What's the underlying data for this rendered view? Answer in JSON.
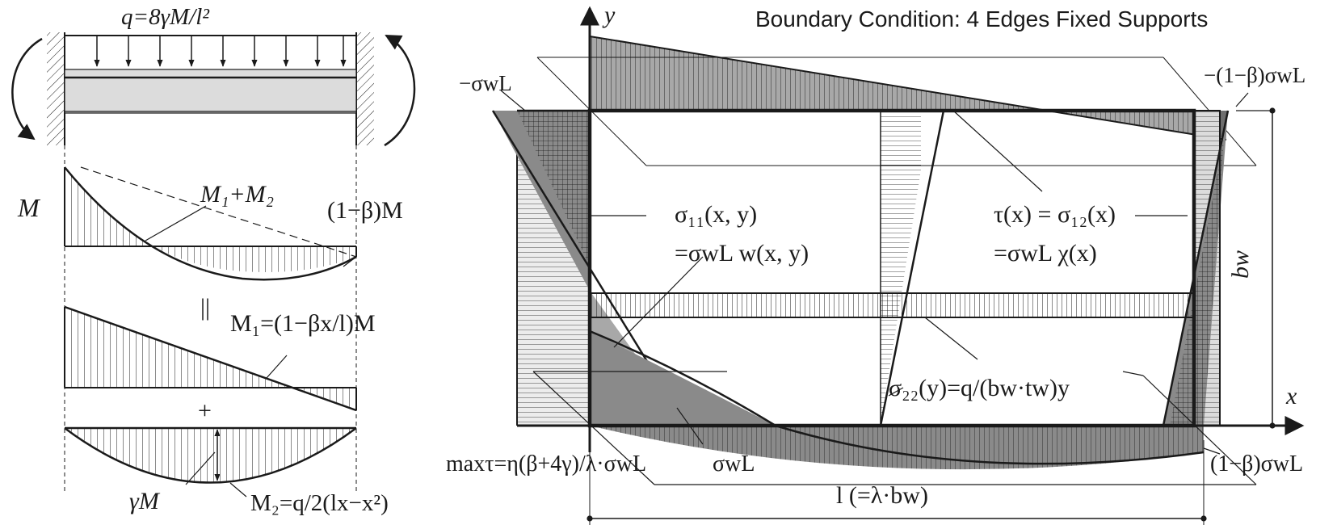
{
  "title": "Boundary Condition: 4 Edges Fixed Supports",
  "beam": {
    "load": "q=8γM/l²",
    "M_label": "M",
    "M1_plus_M2": "M₁+M₂",
    "one_minus_beta_M": "(1−β)M",
    "equals": "||",
    "M1_formula": "M₁=(1−βx/l)M",
    "plus": "+",
    "gamma_M": "γM",
    "M2_formula": "M₂=q/2(lx−x²)"
  },
  "plate": {
    "y_axis": "y",
    "x_axis": "x",
    "neg_sigma": "−σwL",
    "neg_one_minus_beta_sigma": "−(1−β)σwL",
    "sigma11_a": "σ₁₁(x, y)",
    "sigma11_b": "=σwL w(x, y)",
    "tau_a": "τ(x) = σ₁₂(x)",
    "tau_b": "=σwL χ(x)",
    "bw": "bw",
    "sigma22": "σ₂₂(y)=q/(bw·tw)y",
    "max_tau": "maxτ=η(β+4γ)/λ·σwL",
    "sigma_wL": "σwL",
    "one_minus_beta_sigma": "(1−β)σwL",
    "length": "l (=λ·bw)"
  },
  "colors": {
    "ink": "#1a1a1a",
    "light_fill": "#dcdcdc",
    "mid_fill": "#a8a8a8",
    "dark_fill": "#6e6e6e",
    "very_light": "#ececec"
  }
}
